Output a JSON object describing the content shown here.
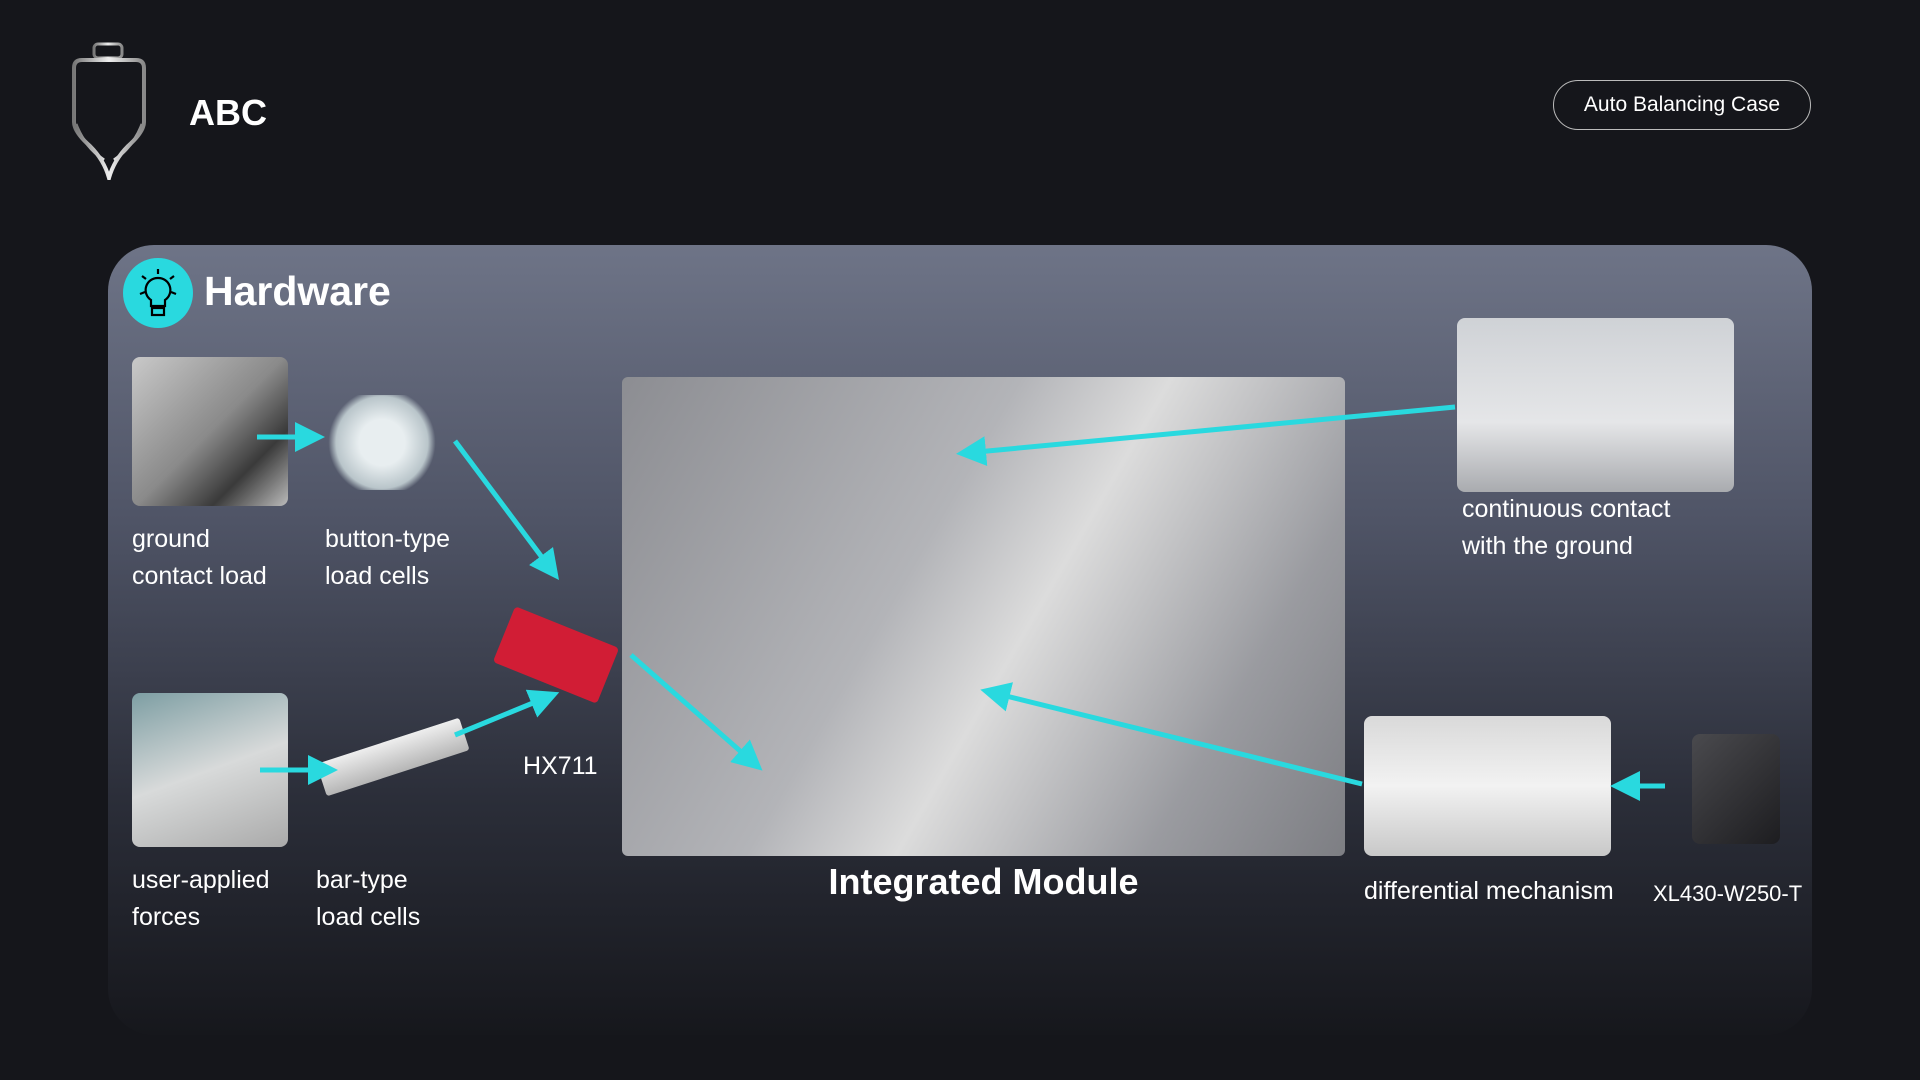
{
  "header": {
    "brand": "ABC",
    "case_button": "Auto Balancing Case"
  },
  "section": {
    "title": "Hardware",
    "icon": "lightbulb-icon"
  },
  "components": {
    "ground_contact": [
      "ground",
      "contact load"
    ],
    "button_cells": [
      "button-type",
      "load cells"
    ],
    "user_forces": [
      "user-applied",
      "forces"
    ],
    "bar_cells": [
      "bar-type",
      "load cells"
    ],
    "hx711": "HX711",
    "integrated": "Integrated Module",
    "continuous": [
      "continuous contact",
      "with the ground"
    ],
    "differential": "differential mechanism",
    "servo": "XL430-W250-T"
  },
  "colors": {
    "accent": "#29d9df",
    "background": "#15161b"
  }
}
